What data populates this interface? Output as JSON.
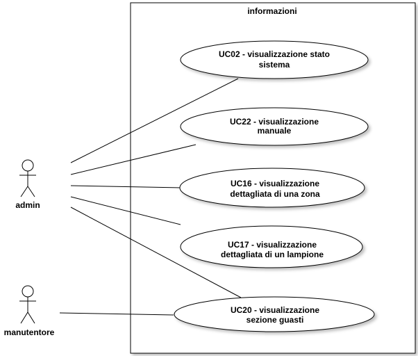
{
  "system": {
    "title": "informazioni"
  },
  "actors": [
    {
      "id": "admin",
      "label": "admin"
    },
    {
      "id": "manutentore",
      "label": "manutentore"
    }
  ],
  "use_cases": [
    {
      "id": "uc02",
      "line1": "UC02 - visualizzazione stato",
      "line2": "sistema"
    },
    {
      "id": "uc22",
      "line1": "UC22 - visualizzazione",
      "line2": "manuale"
    },
    {
      "id": "uc16",
      "line1": "UC16 - visualizzazione",
      "line2": "dettagliata di una zona"
    },
    {
      "id": "uc17",
      "line1": "UC17 - visualizzazione",
      "line2": "dettagliata di un lampione"
    },
    {
      "id": "uc20",
      "line1": "UC20 - visualizzazione",
      "line2": "sezione guasti"
    }
  ],
  "associations": [
    {
      "actor": "admin",
      "use_case": "uc02"
    },
    {
      "actor": "admin",
      "use_case": "uc22"
    },
    {
      "actor": "admin",
      "use_case": "uc16"
    },
    {
      "actor": "admin",
      "use_case": "uc17"
    },
    {
      "actor": "admin",
      "use_case": "uc20"
    },
    {
      "actor": "manutentore",
      "use_case": "uc20"
    }
  ]
}
